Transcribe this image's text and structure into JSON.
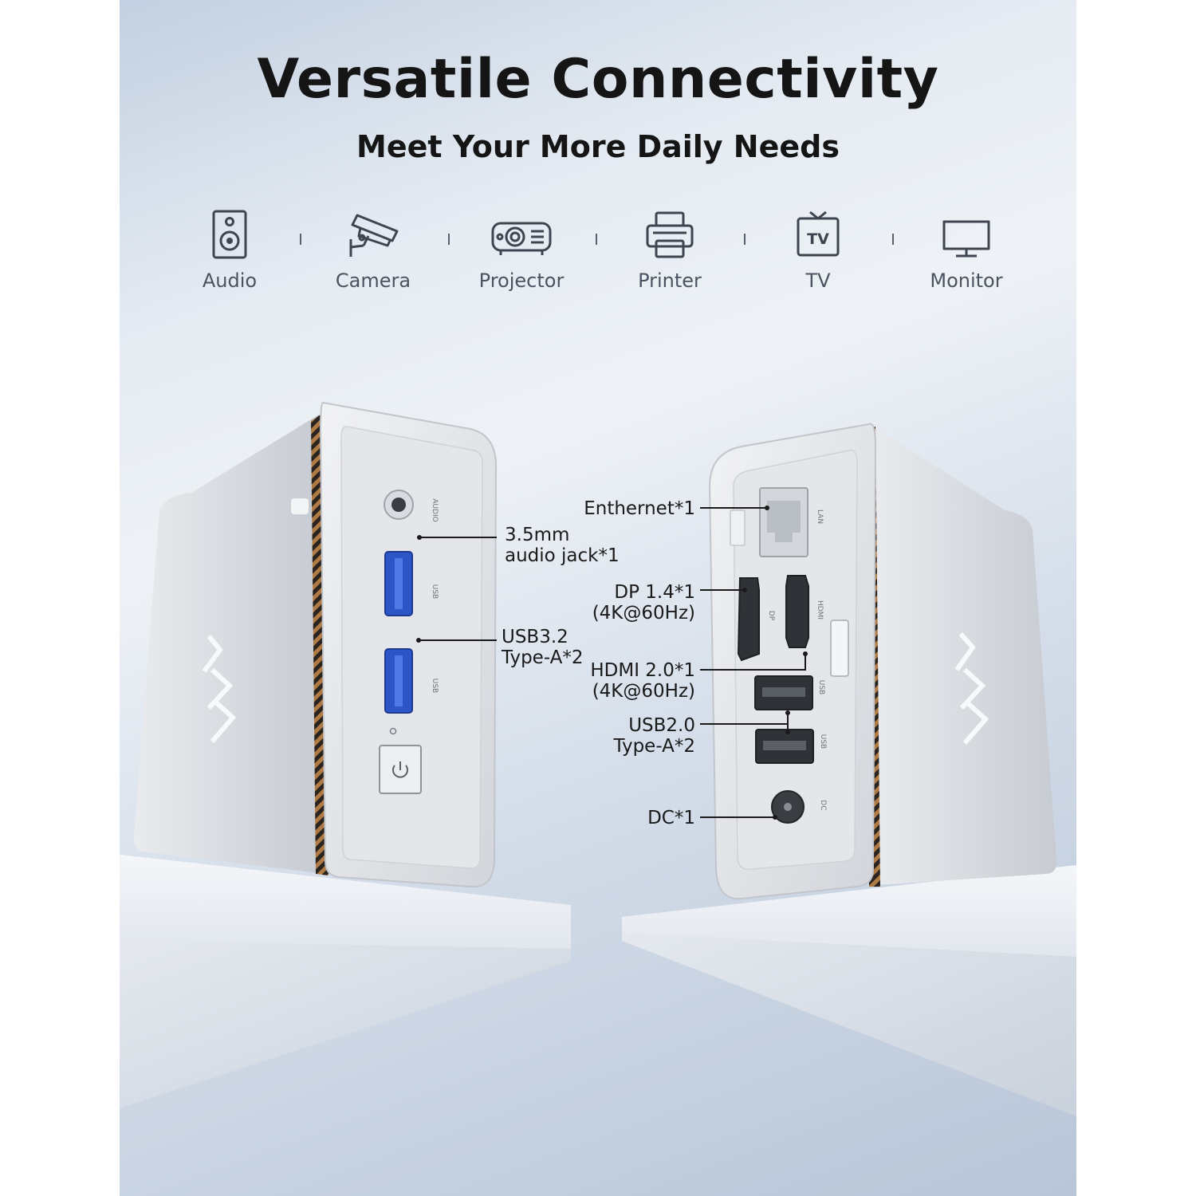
{
  "header": {
    "title": "Versatile Connectivity",
    "subtitle": "Meet Your More Daily Needs"
  },
  "devices": [
    {
      "label": "Audio",
      "icon": "speaker-icon"
    },
    {
      "label": "Camera",
      "icon": "security-camera-icon"
    },
    {
      "label": "Projector",
      "icon": "projector-icon"
    },
    {
      "label": "Printer",
      "icon": "printer-icon"
    },
    {
      "label": "TV",
      "icon": "tv-icon",
      "icon_text": "TV"
    },
    {
      "label": "Monitor",
      "icon": "monitor-icon"
    }
  ],
  "front_ports": {
    "audio_jack": {
      "line1": "3.5mm",
      "line2": "audio jack*1"
    },
    "usb32": {
      "line1": "USB3.2",
      "line2": "Type-A*2"
    }
  },
  "rear_ports": {
    "ethernet": {
      "line1": "Enthernet*1"
    },
    "dp": {
      "line1": "DP 1.4*1",
      "line2": "(4K@60Hz)"
    },
    "hdmi": {
      "line1": "HDMI 2.0*1",
      "line2": "(4K@60Hz)"
    },
    "usb20": {
      "line1": "USB2.0",
      "line2": "Type-A*2"
    },
    "dc": {
      "line1": "DC*1"
    }
  },
  "port_marks": {
    "audio": "AUDIO",
    "usb": "USB",
    "lan": "LAN",
    "dp": "DP",
    "hdmi": "HDMI",
    "dc": "DC"
  },
  "colors": {
    "usb3_blue": "#2f63d8",
    "chassis": "#dcdfe4",
    "vent": "#b07a45"
  }
}
